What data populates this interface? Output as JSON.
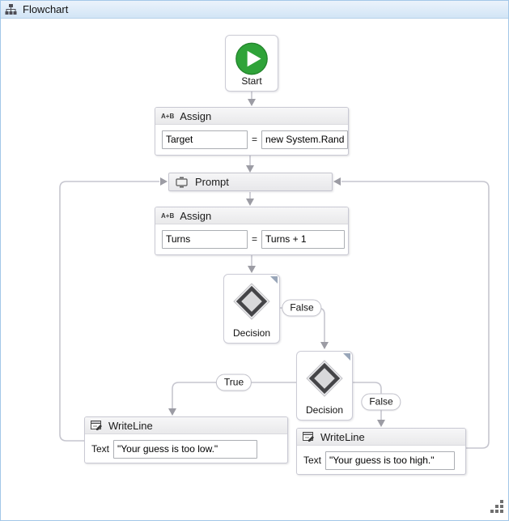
{
  "window": {
    "title": "Flowchart"
  },
  "colors": {
    "frame_border": "#a3c7e8",
    "title_bar_top": "#ebf3fb",
    "title_bar_bottom": "#d2e5f6",
    "start_green": "#2fa339",
    "connector_gray": "#c6c6cf",
    "arrowhead_gray": "#9c9ca4"
  },
  "nodes": {
    "start": {
      "label": "Start"
    },
    "assign_target": {
      "badge": "A+B",
      "title": "Assign",
      "to": "Target",
      "equals": "=",
      "value": "new System.Random"
    },
    "prompt": {
      "title": "Prompt"
    },
    "assign_turns": {
      "badge": "A+B",
      "title": "Assign",
      "to": "Turns",
      "equals": "=",
      "value": "Turns + 1"
    },
    "decision1": {
      "label": "Decision"
    },
    "decision2": {
      "label": "Decision"
    },
    "writeline_low": {
      "title": "WriteLine",
      "field_label": "Text",
      "value": "\"Your guess is too low.\""
    },
    "writeline_high": {
      "title": "WriteLine",
      "field_label": "Text",
      "value": "\"Your guess is too high.\""
    }
  },
  "connectors": {
    "decision1_false": "False",
    "decision2_true": "True",
    "decision2_false": "False"
  }
}
